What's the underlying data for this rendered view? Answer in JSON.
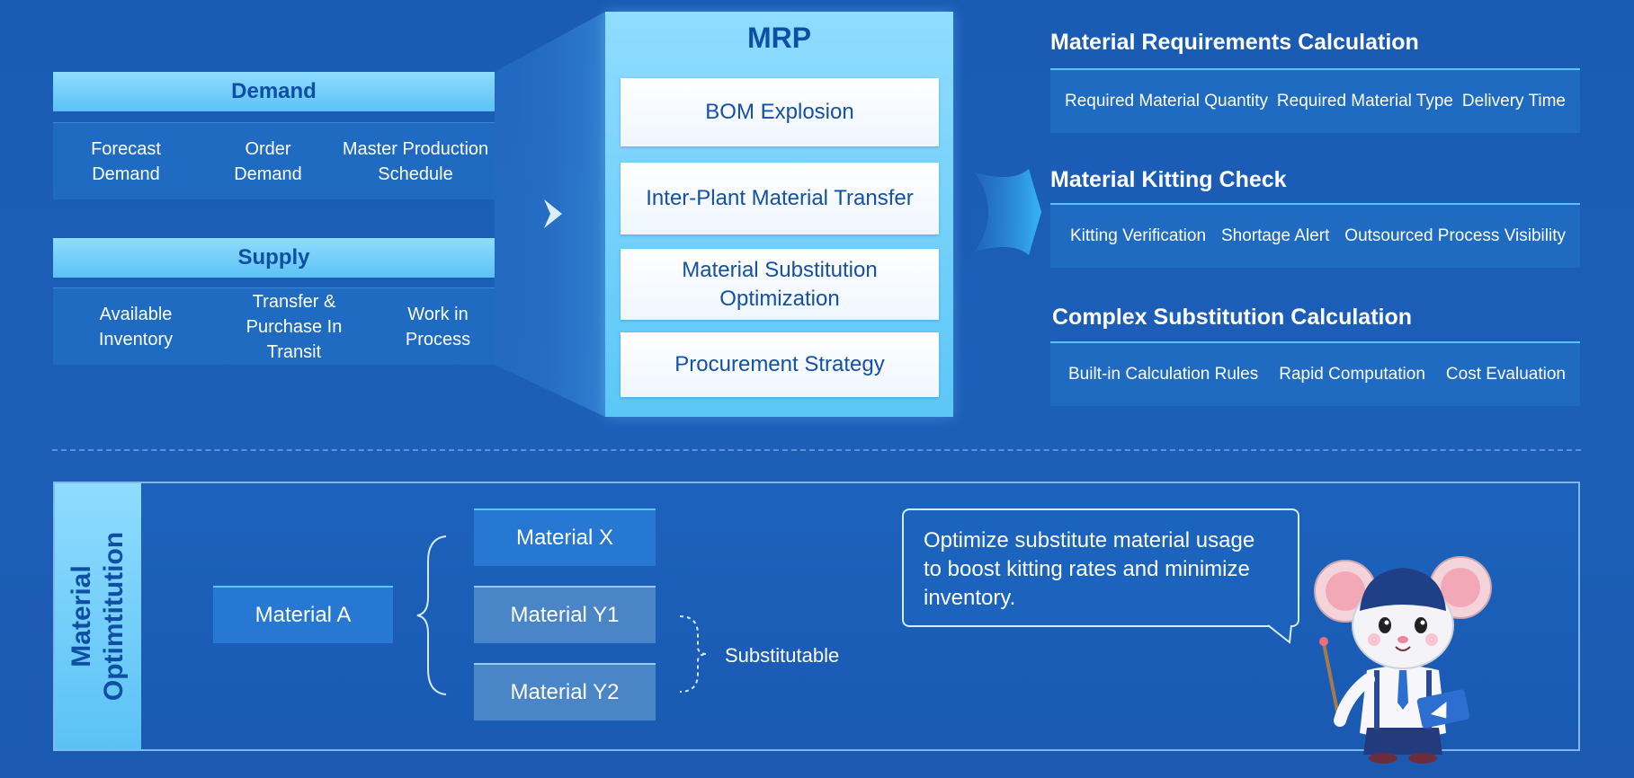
{
  "demand": {
    "title": "Demand",
    "items": [
      "Forecast Demand",
      "Order Demand",
      "Master Production Schedule"
    ]
  },
  "supply": {
    "title": "Supply",
    "items": [
      "Available Inventory",
      "Transfer & Purchase In Transit",
      "Work in Process"
    ]
  },
  "mrp": {
    "title": "MRP",
    "steps": [
      "BOM Explosion",
      "Inter-Plant Material Transfer",
      "Material Substitution Optimization",
      "Procurement Strategy"
    ]
  },
  "sections": [
    {
      "title": "Material Requirements Calculation",
      "items": [
        "Required Material Quantity",
        "Required Material Type",
        "Delivery Time"
      ]
    },
    {
      "title": "Material Kitting Check",
      "items": [
        "Kitting Verification",
        "Shortage Alert",
        "Outsourced Process Visibility"
      ]
    },
    {
      "title": "Complex Substitution Calculation",
      "items": [
        "Built-in Calculation Rules",
        "Rapid Computation",
        "Cost Evaluation"
      ]
    }
  ],
  "optimization": {
    "side_label_line1": "Material",
    "side_label_line2": "Optimtitution",
    "material_a": "Material A",
    "material_x": "Material X",
    "material_y1": "Material Y1",
    "material_y2": "Material Y2",
    "substitutable": "Substitutable",
    "bubble_text": "Optimize substitute material usage to boost kitting rates and minimize inventory."
  },
  "colors": {
    "background": "#1b5cb4",
    "accent_light": "#8fdcff",
    "accent_text": "#0f4fa3",
    "panel": "#1f6bc2"
  },
  "icons": [
    "chevron-right-icon",
    "arrow-right-icon",
    "mouse-mascot-icon"
  ]
}
